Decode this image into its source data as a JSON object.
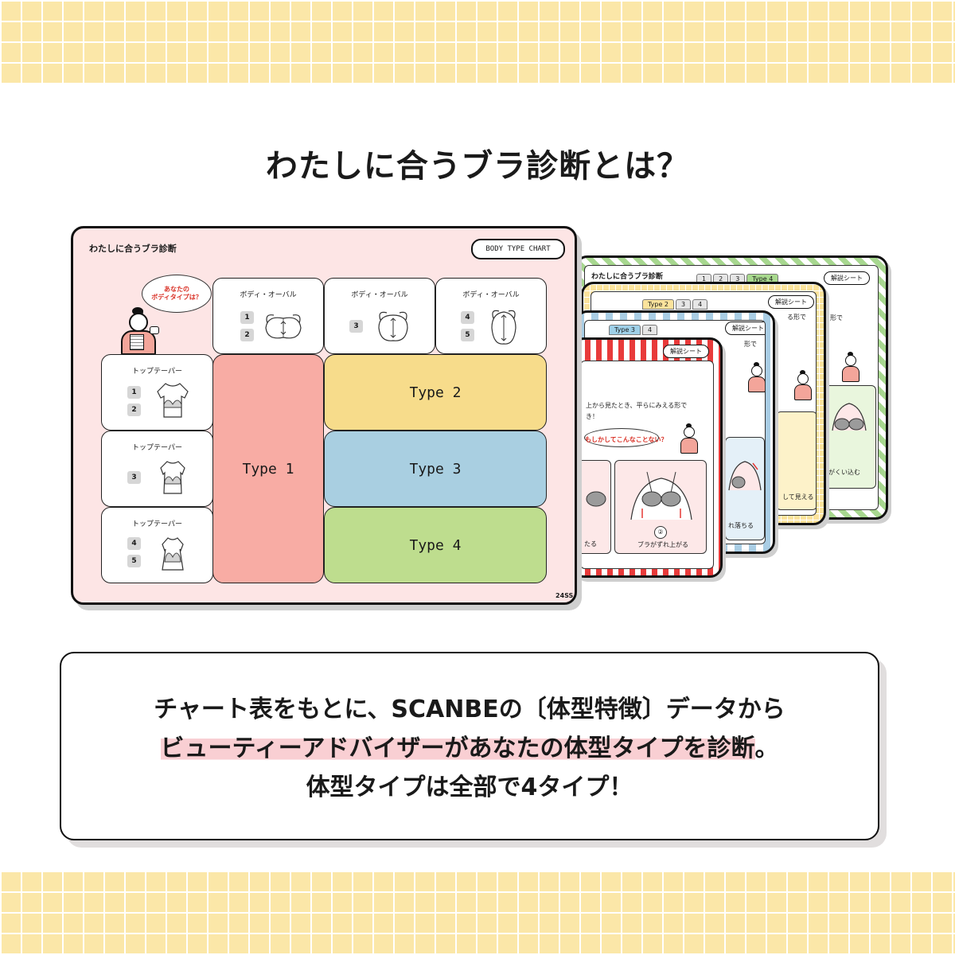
{
  "headline": "わたしに合うブラ診断とは？",
  "colors": {
    "band": "#fbe7a8",
    "chart_bg": "#fde5e5",
    "type1": "#f8aca4",
    "type2": "#f7dc8b",
    "type3": "#a9cfe1",
    "type4": "#bedd8e",
    "highlight": "#f9cfd3",
    "accent_red": "#d93025"
  },
  "chart": {
    "title": "わたしに合うブラ診断",
    "badge": "BODY TYPE CHART",
    "bubble": {
      "line1": "あなたの",
      "line2": "ボディタイプは？"
    },
    "columns": [
      {
        "label": "ボディ・オーバル",
        "nums": [
          "1",
          "2"
        ]
      },
      {
        "label": "ボディ・オーバル",
        "nums": [
          "3"
        ]
      },
      {
        "label": "ボディ・オーバル",
        "nums": [
          "4",
          "5"
        ]
      }
    ],
    "rows": [
      {
        "label": "トップテーパー",
        "nums": [
          "1",
          "2"
        ]
      },
      {
        "label": "トップテーパー",
        "nums": [
          "3"
        ]
      },
      {
        "label": "トップテーパー",
        "nums": [
          "4",
          "5"
        ]
      }
    ],
    "types": [
      "Type 1",
      "Type 2",
      "Type 3",
      "Type 4"
    ],
    "season": "24SS"
  },
  "sheets": {
    "sheet4": {
      "title": "わたしに合うブラ診断",
      "tabs": [
        "1",
        "2",
        "3",
        "Type 4"
      ],
      "button": "解説シート",
      "fragments": [
        "る形で",
        "がくい込む"
      ]
    },
    "sheet3": {
      "tabs": [
        "Type 2",
        "3",
        "4"
      ],
      "button": "解説シート",
      "fragments": [
        "る形で",
        "して見える"
      ]
    },
    "sheet2": {
      "tabs": [
        "Type 3",
        "4"
      ],
      "button": "解説シート",
      "fragments": [
        "形で",
        "れ落ちる"
      ]
    },
    "sheet1": {
      "button": "解説シート",
      "frag_text1": "上から見たとき、平らにみえる形で",
      "frag_text2": "き！",
      "question": "もしかしてこんなことない？",
      "caption_left": "たる",
      "caption_num": "②",
      "caption_right": "ブラがずれ上がる"
    }
  },
  "message": {
    "line1": "チャート表をもとに、SCANBEの〔体型特徴〕データから",
    "line2": "ビューティーアドバイザーがあなたの体型タイプを診断",
    "line2_end": "。",
    "line3": "体型タイプは全部で4タイプ！"
  }
}
